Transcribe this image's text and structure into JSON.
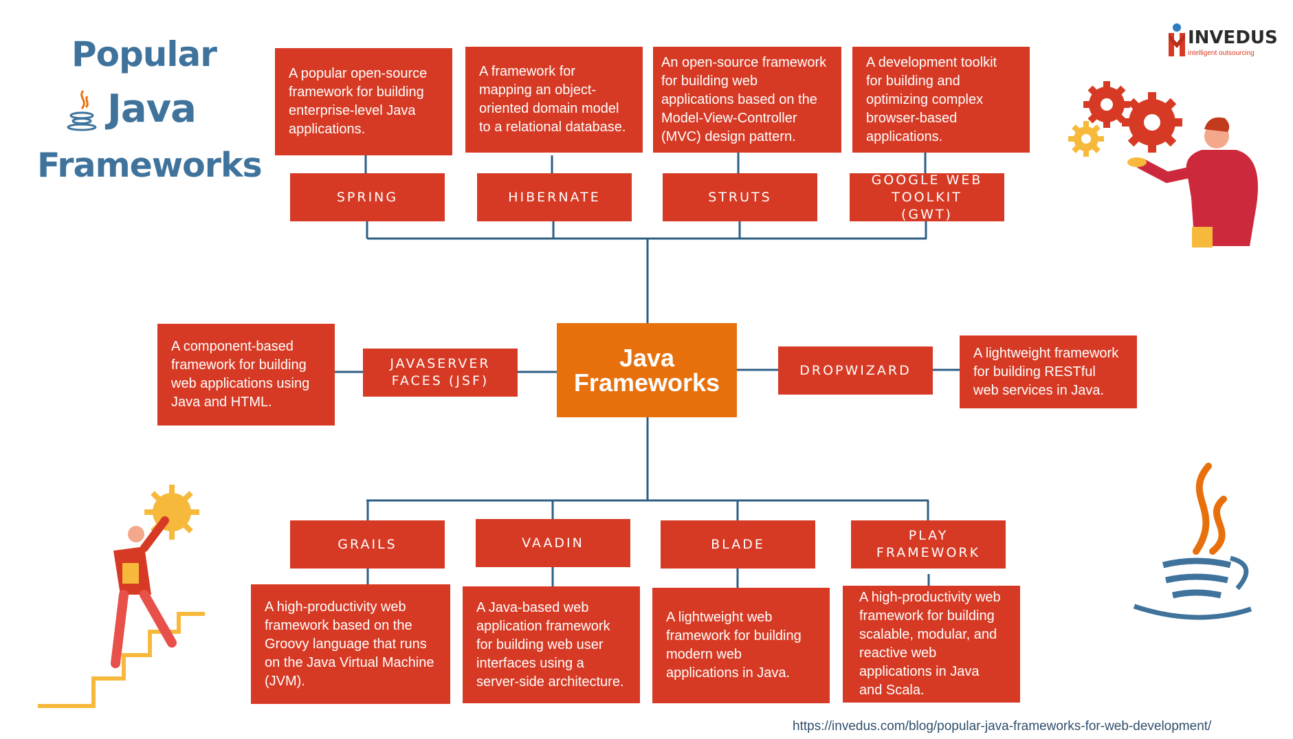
{
  "title": {
    "line1": "Popular",
    "line2": "Java",
    "line3": "Frameworks"
  },
  "logo": {
    "name": "INVEDUS",
    "tagline": "intelligent outsourcing"
  },
  "center": {
    "label": "Java Frameworks"
  },
  "frameworks": {
    "spring": {
      "label": "SPRING",
      "description": "A popular open-source framework for building enterprise-level Java applications."
    },
    "hibernate": {
      "label": "HIBERNATE",
      "description": "A framework for mapping an object-oriented domain model to a relational database."
    },
    "struts": {
      "label": "STRUTS",
      "description": "An open-source framework for building web applications based on the Model-View-Controller (MVC) design pattern."
    },
    "gwt": {
      "label": "GOOGLE WEB TOOLKIT (GWT)",
      "description": "A development toolkit for building and optimizing complex browser-based applications."
    },
    "jsf": {
      "label": "JAVASERVER FACES (JSF)",
      "description": "A component-based framework for building web applications using Java and HTML."
    },
    "dropwizard": {
      "label": "DROPWIZARD",
      "description": "A lightweight framework for building RESTful web services in Java."
    },
    "grails": {
      "label": "GRAILS",
      "description": "A high-productivity web framework based on the Groovy language that runs on the Java Virtual Machine (JVM)."
    },
    "vaadin": {
      "label": "VAADIN",
      "description": "A Java-based web application framework for building web user interfaces using a server-side architecture."
    },
    "blade": {
      "label": "BLADE",
      "description": "A lightweight web framework for building modern web applications in Java."
    },
    "play": {
      "label": "PLAY FRAMEWORK",
      "description": "A high-productivity web framework for building scalable, modular, and reactive web applications in Java and Scala."
    }
  },
  "source_url": "https://invedus.com/blog/popular-java-frameworks-for-web-development/",
  "colors": {
    "box": "#d63a24",
    "center": "#e8700c",
    "title": "#3f739c",
    "connector": "#2c5e84"
  },
  "icons": [
    "java-logo-icon",
    "gears-person-illustration",
    "stairs-climber-illustration",
    "java-cup-icon",
    "invedus-logo-icon"
  ]
}
